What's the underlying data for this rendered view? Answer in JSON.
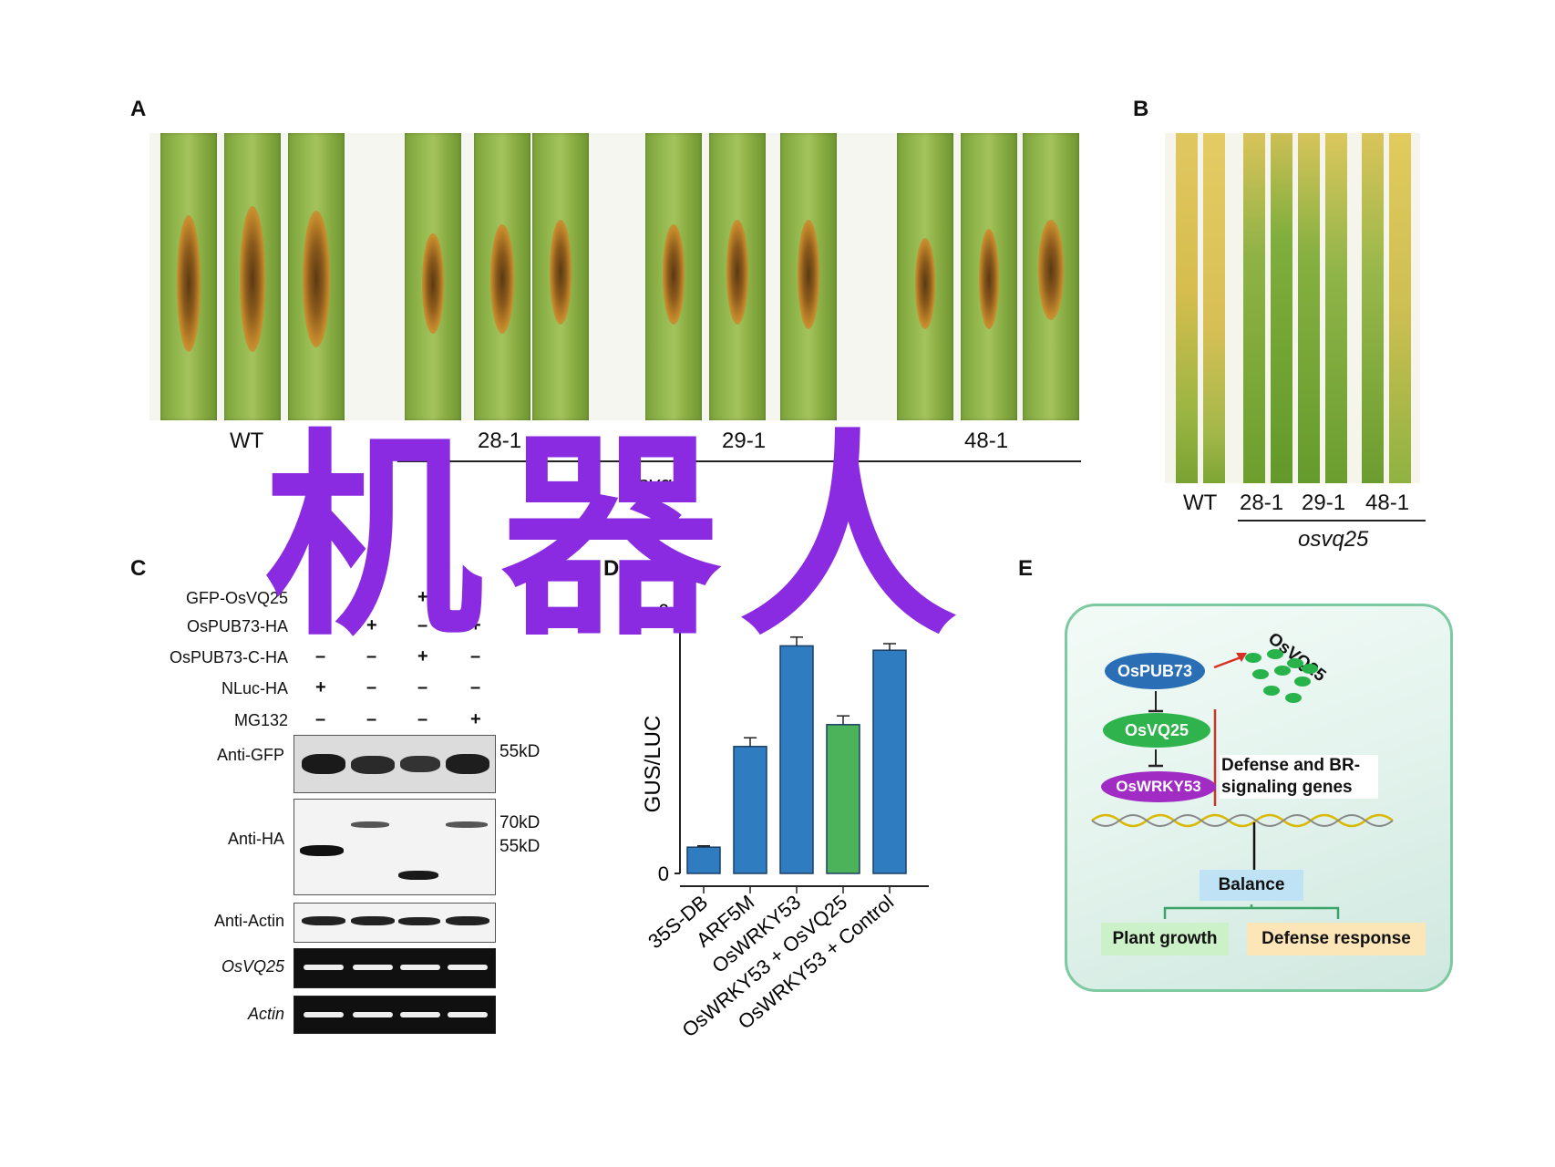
{
  "panels": {
    "A": {
      "label": "A",
      "groups": [
        "WT",
        "28-1",
        "29-1",
        "48-1"
      ],
      "genotype": "osvq25"
    },
    "B": {
      "label": "B",
      "groups": [
        "WT",
        "28-1",
        "29-1",
        "48-1"
      ],
      "genotype": "osvq25"
    },
    "C": {
      "label": "C",
      "rows": [
        {
          "name": "GFP-OsVQ25",
          "signs": [
            "+",
            "+",
            "+",
            "+"
          ]
        },
        {
          "name": "OsPUB73-HA",
          "signs": [
            "+",
            "+",
            "–",
            "+"
          ]
        },
        {
          "name": "OsPUB73-C-HA",
          "signs": [
            "–",
            "–",
            "+",
            "–"
          ]
        },
        {
          "name": "NLuc-HA",
          "signs": [
            "+",
            "–",
            "–",
            "–"
          ]
        },
        {
          "name": "MG132",
          "signs": [
            "–",
            "–",
            "–",
            "+"
          ]
        }
      ],
      "blots": [
        "Anti-GFP",
        "Anti-HA",
        "Anti-Actin",
        "OsVQ25",
        "Actin"
      ],
      "markers": [
        "55kD",
        "70kD",
        "55kD"
      ]
    },
    "D": {
      "label": "D",
      "ylabel": "GUS/LUC"
    },
    "E": {
      "label": "E",
      "top_protein": "OsVQ25",
      "pub": "OsPUB73",
      "vq": "OsVQ25",
      "wrky": "OsWRKY53",
      "genes": "Defense and BR-\nsignaling genes",
      "balance": "Balance",
      "growth": "Plant growth",
      "defense": "Defense response"
    }
  },
  "chart_data": {
    "type": "bar",
    "categories": [
      "35S-DB",
      "ARF5M",
      "OsWRKY53",
      "OsWRKY53 + OsVQ25",
      "OsWRKY53 + Control"
    ],
    "values": [
      0.6,
      2.9,
      5.2,
      3.4,
      5.1
    ],
    "errors": [
      0.03,
      0.2,
      0.2,
      0.2,
      0.15
    ],
    "ylabel": "GUS/LUC",
    "yticks": [
      0,
      6
    ],
    "ylim": [
      0,
      6
    ],
    "colors": [
      "#2f7cc0",
      "#2f7cc0",
      "#2f7cc0",
      "#4cb35a",
      "#2f7cc0"
    ]
  },
  "watermark": "机器人"
}
